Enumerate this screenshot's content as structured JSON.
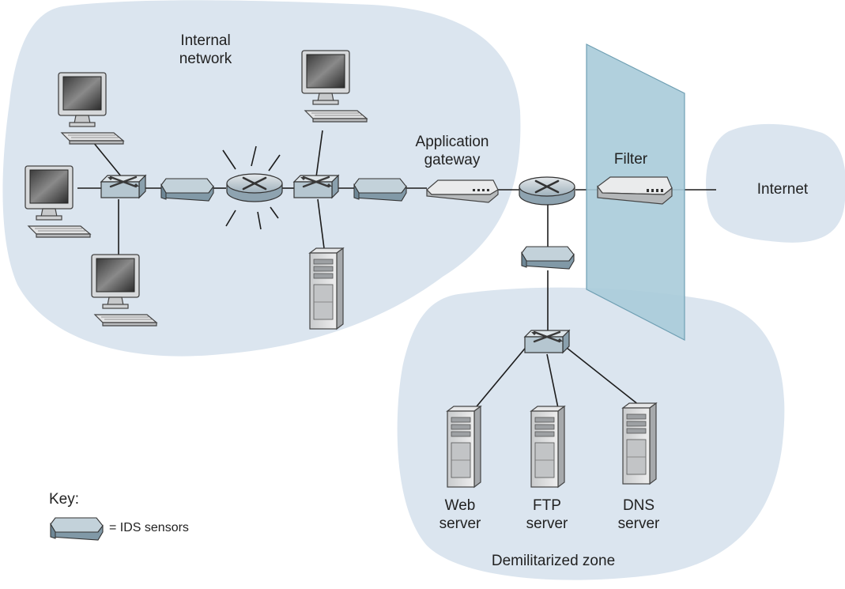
{
  "labels": {
    "internal_network_line1": "Internal",
    "internal_network_line2": "network",
    "application_gateway_line1": "Application",
    "application_gateway_line2": "gateway",
    "filter": "Filter",
    "internet": "Internet",
    "web_server_line1": "Web",
    "web_server_line2": "server",
    "ftp_server_line1": "FTP",
    "ftp_server_line2": "server",
    "dns_server_line1": "DNS",
    "dns_server_line2": "server",
    "dmz": "Demilitarized zone",
    "key_title": "Key:",
    "key_ids": "= IDS sensors"
  },
  "colors": {
    "cloud_fill": "#dbe5ef",
    "filter_wall": "#a9cbd9",
    "filter_wall_edge": "#6f9fb3",
    "device_top": "#b9c9d3",
    "device_front": "#7f98a6",
    "link": "#1c1c1c"
  },
  "icons": {
    "workstation": "desktop-computer-icon",
    "switch": "switch-icon",
    "router": "router-icon",
    "ids_sensor": "ids-sensor-icon",
    "server": "server-tower-icon",
    "gateway": "application-gateway-icon",
    "filter": "packet-filter-icon"
  }
}
